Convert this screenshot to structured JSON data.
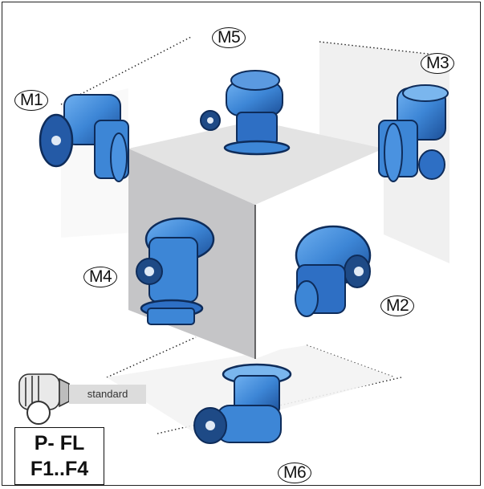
{
  "positions": {
    "m1": "M1",
    "m2": "M2",
    "m3": "M3",
    "m4": "M4",
    "m5": "M5",
    "m6": "M6"
  },
  "legend": {
    "standard_label": "standard"
  },
  "code": {
    "line1": "P- FL",
    "line2": "F1..F4"
  },
  "colors": {
    "motor_blue": "#3d86d6",
    "motor_dark": "#0e2c5a",
    "cube_front": "#c5c5c7",
    "cube_top": "#e3e3e3",
    "cube_right": "#ffffff"
  }
}
